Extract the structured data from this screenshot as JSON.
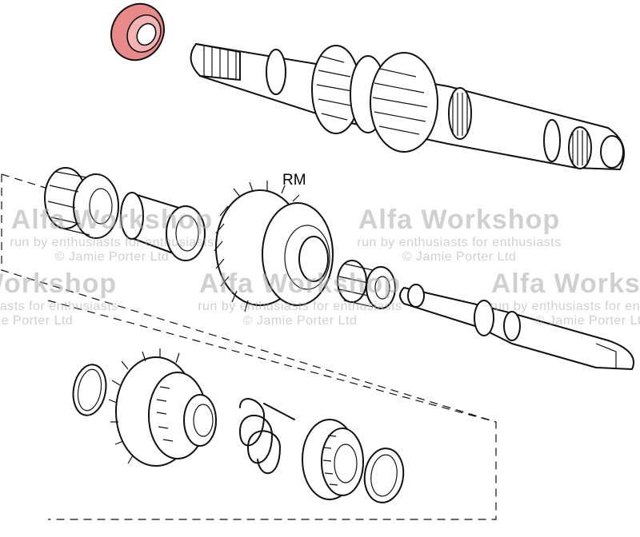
{
  "diagram": {
    "part_label": "RM",
    "highlight_color": "#e88a8a",
    "watermarks": [
      {
        "title": "Alfa Workshop",
        "subtitle": "run by enthusiasts for enthusiasts",
        "copyright": "© Jamie Porter Ltd"
      },
      {
        "title": "Alfa Workshop",
        "subtitle": "run by enthusiasts for enthusiasts",
        "copyright": "© Jamie Porter Ltd"
      },
      {
        "title": "Alfa Workshop",
        "subtitle": "run by enthusiasts for enthusiasts",
        "copyright": "© Jamie Porter Ltd"
      },
      {
        "title": "Alfa Workshop",
        "subtitle": "run by enthusiasts for enthusiasts",
        "copyright": "© Jamie Porter Ltd"
      },
      {
        "title": "Alfa Workshop",
        "subtitle": "run by enthusiasts for enthusiasts",
        "copyright": "© Jamie Porter Ltd"
      }
    ]
  }
}
